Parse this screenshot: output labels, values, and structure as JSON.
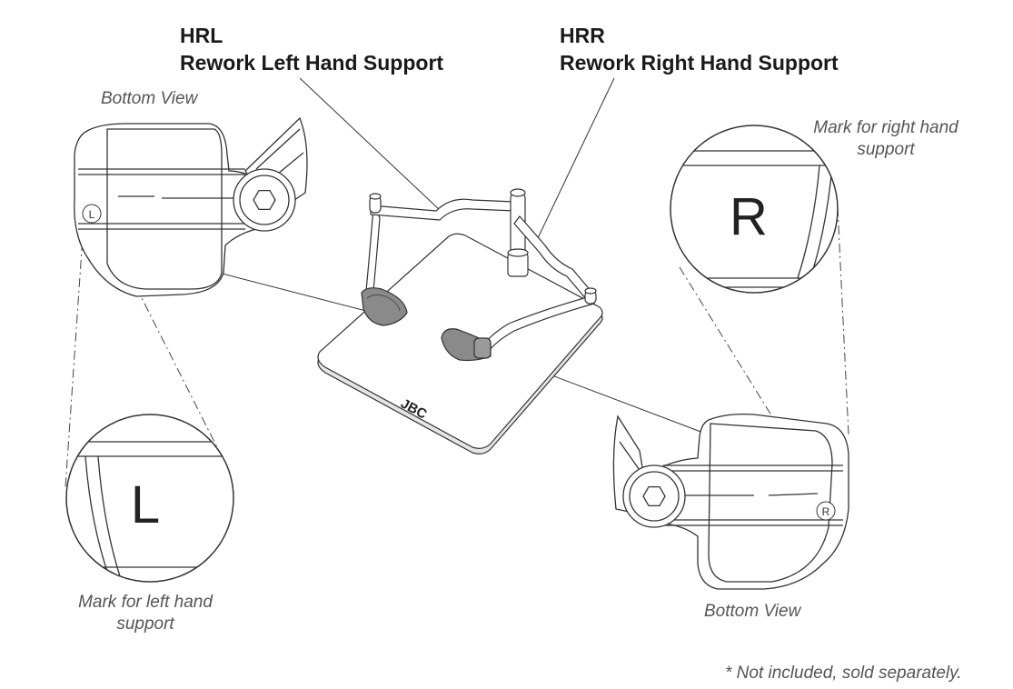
{
  "hrl": {
    "code": "HRL",
    "name": "Rework Left Hand Support"
  },
  "hrr": {
    "code": "HRR",
    "name": "Rework Right Hand Support"
  },
  "left_view": {
    "caption": "Bottom View",
    "mark_caption_line1": "Mark for left hand",
    "mark_caption_line2": "support",
    "mark_letter": "L"
  },
  "right_view": {
    "caption": "Bottom View",
    "mark_caption_line1": "Mark for right hand",
    "mark_caption_line2": "support",
    "mark_letter": "R"
  },
  "brand": "JBC",
  "footnote": "* Not included, sold separately."
}
